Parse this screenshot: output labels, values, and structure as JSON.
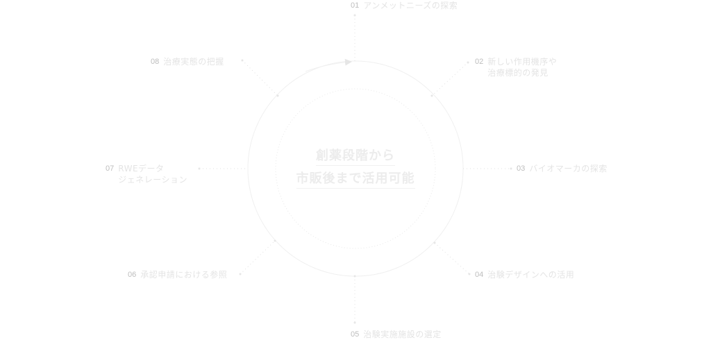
{
  "center": {
    "line1": "創薬段階から",
    "line2": "市販後まで活用可能"
  },
  "nodes": [
    {
      "num": "01",
      "lines": [
        "アンメットニーズの探索"
      ]
    },
    {
      "num": "02",
      "lines": [
        "新しい作用機序や",
        "治療標的の発見"
      ]
    },
    {
      "num": "03",
      "lines": [
        "バイオマーカの探索"
      ]
    },
    {
      "num": "04",
      "lines": [
        "治験デザインへの活用"
      ]
    },
    {
      "num": "05",
      "lines": [
        "治験実施施設の選定"
      ]
    },
    {
      "num": "06",
      "lines": [
        "承認申請における参照"
      ]
    },
    {
      "num": "07",
      "lines": [
        "RWEデータ",
        "ジェネレーション"
      ]
    },
    {
      "num": "08",
      "lines": [
        "治療実態の把握"
      ]
    }
  ],
  "colors": {
    "line": "#e6e6e6",
    "number": "#bdbdbd",
    "label": "#e4e4e4",
    "center_text": "#ececec"
  }
}
